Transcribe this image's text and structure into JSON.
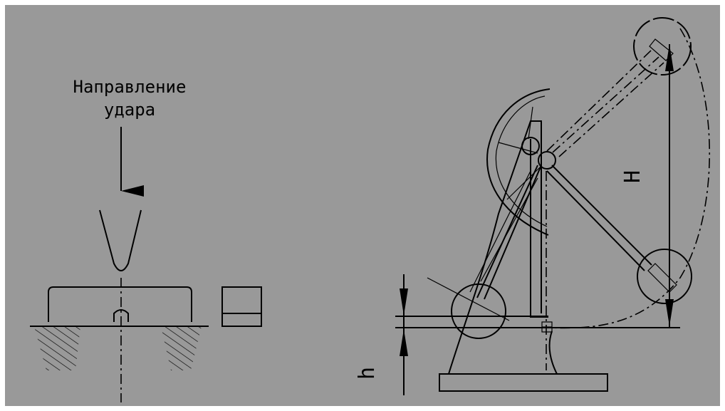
{
  "diagram": {
    "direction_label": [
      "Направление",
      "удара"
    ],
    "height_large": "H",
    "height_small": "h"
  },
  "colors": {
    "background": "#999999",
    "frame": "#ffffff",
    "lines": "#000000"
  }
}
